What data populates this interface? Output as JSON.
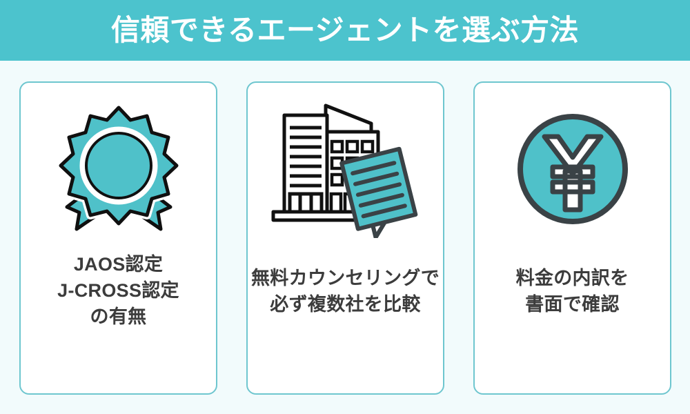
{
  "header": {
    "title": "信頼できるエージェントを選ぶ方法",
    "background_color": "#4cc3cd",
    "text_color": "#ffffff"
  },
  "theme": {
    "page_background": "#f2fbfc",
    "card_background": "#ffffff",
    "card_border": "#6ec6cf",
    "teal": "#4fc1c9",
    "dark": "#3a4246",
    "text": "#3c3c3c"
  },
  "cards": [
    {
      "icon": "award-rosette-icon",
      "lines": [
        "JAOS認定",
        "J-CROSS認定",
        "の有無"
      ]
    },
    {
      "icon": "buildings-document-icon",
      "lines": [
        "無料カウンセリングで",
        "必ず複数社を比較"
      ]
    },
    {
      "icon": "yen-coin-icon",
      "lines": [
        "料金の内訳を",
        "書面で確認"
      ]
    }
  ]
}
